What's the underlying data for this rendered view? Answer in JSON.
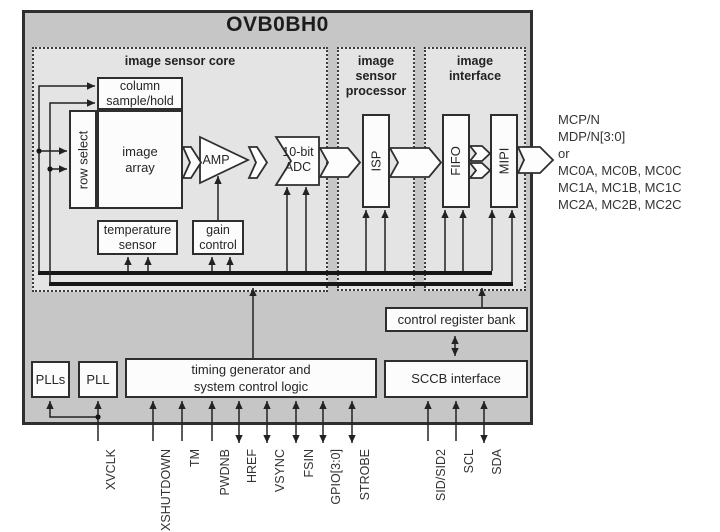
{
  "title": "OVB0BH0",
  "sections": {
    "core": {
      "label": "image sensor core"
    },
    "processor": {
      "line1": "image",
      "line2": "sensor",
      "line3": "processor"
    },
    "interface": {
      "line1": "image",
      "line2": "interface"
    }
  },
  "blocks": {
    "column_sample_hold": {
      "line1": "column",
      "line2": "sample/hold"
    },
    "row_select": {
      "label": "row select"
    },
    "image_array": {
      "line1": "image",
      "line2": "array"
    },
    "amp": {
      "label": "AMP"
    },
    "adc": {
      "line1": "10-bit",
      "line2": "ADC"
    },
    "temperature_sensor": {
      "line1": "temperature",
      "line2": "sensor"
    },
    "gain_control": {
      "line1": "gain",
      "line2": "control"
    },
    "isp": {
      "label": "ISP"
    },
    "fifo": {
      "label": "FIFO"
    },
    "mipi": {
      "label": "MIPI"
    },
    "control_register_bank": {
      "label": "control register bank"
    },
    "sccb_interface": {
      "label": "SCCB interface"
    },
    "timing_generator": {
      "line1": "timing generator and",
      "line2": "system control logic"
    },
    "plls": {
      "label": "PLLs"
    },
    "pll": {
      "label": "PLL"
    }
  },
  "output_labels": [
    "MCP/N",
    "MDP/N[3:0]",
    "or",
    "MC0A, MC0B, MC0C",
    "MC1A, MC1B, MC1C",
    "MC2A, MC2B, MC2C"
  ],
  "pins": {
    "bottom_left": [
      "XVCLK",
      "XSHUTDOWN",
      "TM",
      "PWDNB",
      "HREF",
      "VSYNC",
      "FSIN",
      "GPIO[3:0]",
      "STROBE"
    ],
    "bottom_right": [
      "SID/SID2",
      "SCL",
      "SDA"
    ]
  },
  "colors": {
    "chip_fill": "#c6c6c6",
    "section_fill": "#e4e4e4",
    "block_fill": "#fcfcfc",
    "line": "#2a2a2a"
  }
}
